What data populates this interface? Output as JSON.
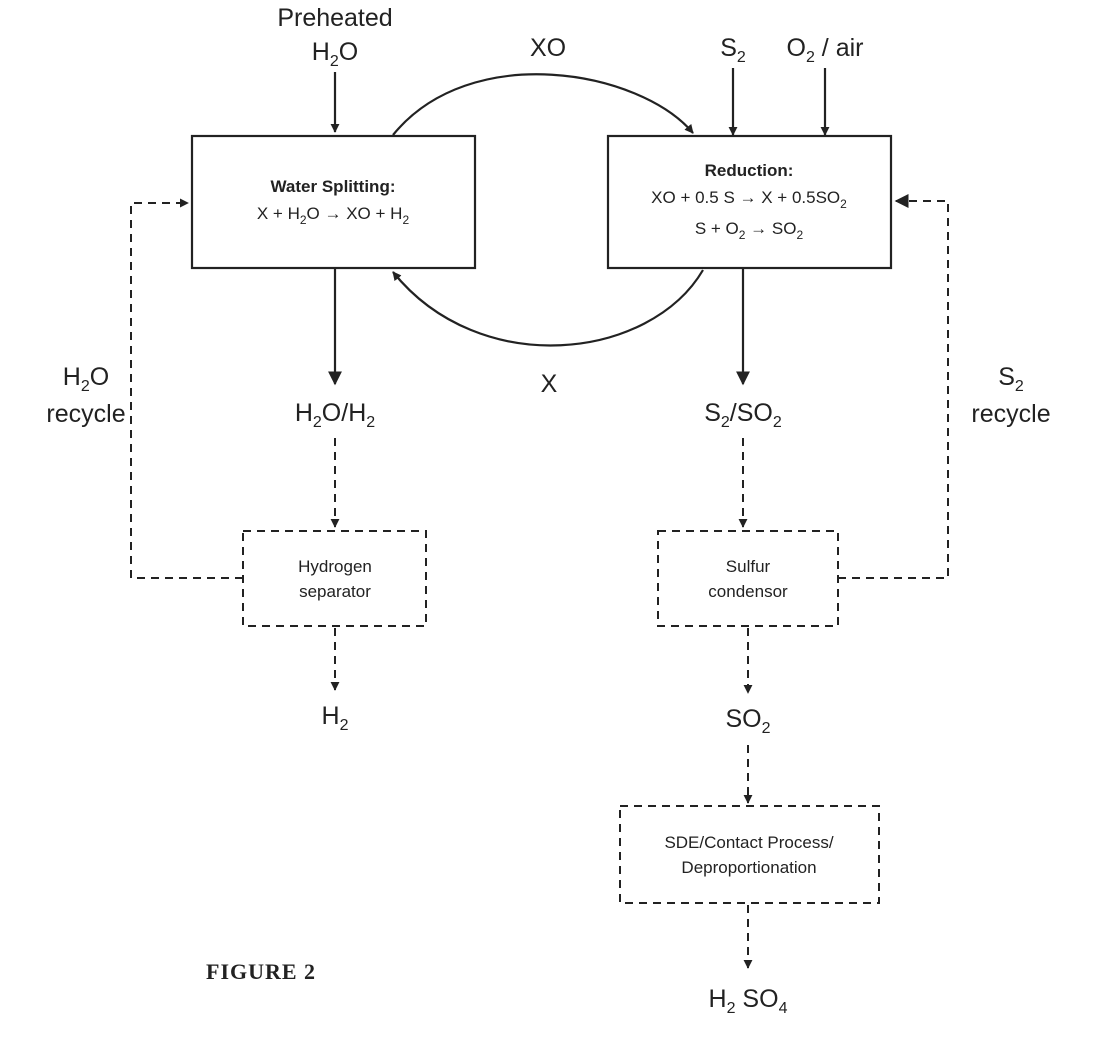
{
  "feeds": {
    "preheated": "Preheated",
    "h2o_base": "H",
    "h2o_sub": "2",
    "h2o_tail": "O",
    "s2_base": "S",
    "s2_sub": "2",
    "o2_base": "O",
    "o2_sub": "2",
    "o2_tail": " / air"
  },
  "cycle": {
    "xo_label": "XO",
    "x_label": "X"
  },
  "water_splitting": {
    "title": "Water Splitting:",
    "eq_a": "X + H",
    "eq_sub1": "2",
    "eq_b": "O → XO + H",
    "eq_sub2": "2"
  },
  "reduction": {
    "title": "Reduction:",
    "eq1_a": "XO + 0.5 S → X + 0.5SO",
    "eq1_sub": "2",
    "eq2_a": "S + O",
    "eq2_sub1": "2",
    "eq2_b": " → SO",
    "eq2_sub2": "2"
  },
  "streams": {
    "h2o_h2_a": "H",
    "h2o_h2_sub1": "2",
    "h2o_h2_b": "O/H",
    "h2o_h2_sub2": "2",
    "s2_so2_a": "S",
    "s2_so2_sub1": "2",
    "s2_so2_b": "/SO",
    "s2_so2_sub2": "2",
    "h2_base": "H",
    "h2_sub": "2",
    "so2_base": "SO",
    "so2_sub": "2",
    "h2so4_a": "H",
    "h2so4_sub1": "2",
    "h2so4_b": " SO",
    "h2so4_sub2": "4"
  },
  "recycle": {
    "h2o_base": "H",
    "h2o_sub": "2",
    "h2o_tail": "O",
    "h2o_word": "recycle",
    "s2_base": "S",
    "s2_sub": "2",
    "s2_word": "recycle"
  },
  "units": {
    "hydrogen_line1": "Hydrogen",
    "hydrogen_line2": "separator",
    "sulfur_line1": "Sulfur",
    "sulfur_line2": "condensor",
    "sde_line1": "SDE/Contact Process/",
    "sde_line2": "Deproportionation"
  },
  "figure_label": "FIGURE 2"
}
